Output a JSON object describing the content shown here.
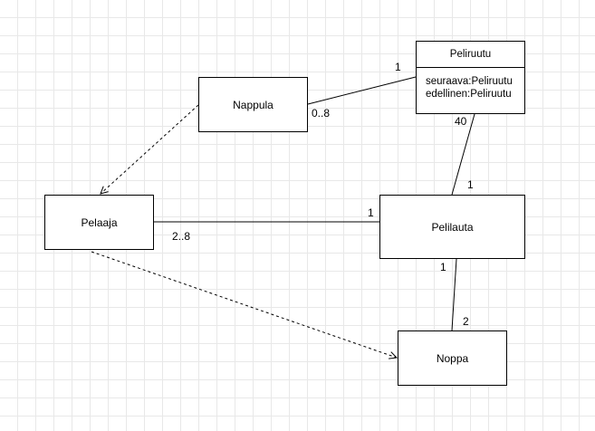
{
  "classes": {
    "peliruutu": {
      "name": "Peliruutu",
      "attributes": [
        "seuraava:Peliruutu",
        "edellinen:Peliruutu"
      ]
    },
    "nappula": {
      "name": "Nappula"
    },
    "pelaaja": {
      "name": "Pelaaja"
    },
    "pelilauta": {
      "name": "Pelilauta"
    },
    "noppa": {
      "name": "Noppa"
    }
  },
  "associations": {
    "nappula_peliruutu": {
      "peliruutu_end": "1",
      "nappula_end": "0..8"
    },
    "peliruutu_pelilauta": {
      "peliruutu_end": "40",
      "pelilauta_end": "1"
    },
    "pelaaja_pelilauta": {
      "pelaaja_end": "2..8",
      "pelilauta_end": "1"
    },
    "pelilauta_noppa": {
      "pelilauta_end": "1",
      "noppa_end": "2"
    }
  },
  "dependencies": [
    {
      "from": "Nappula",
      "to": "Pelaaja"
    },
    {
      "from": "Pelaaja",
      "to": "Noppa"
    }
  ],
  "colors": {
    "line": "#000000",
    "box_fill": "#ffffff",
    "grid": "#e8e8e8"
  }
}
